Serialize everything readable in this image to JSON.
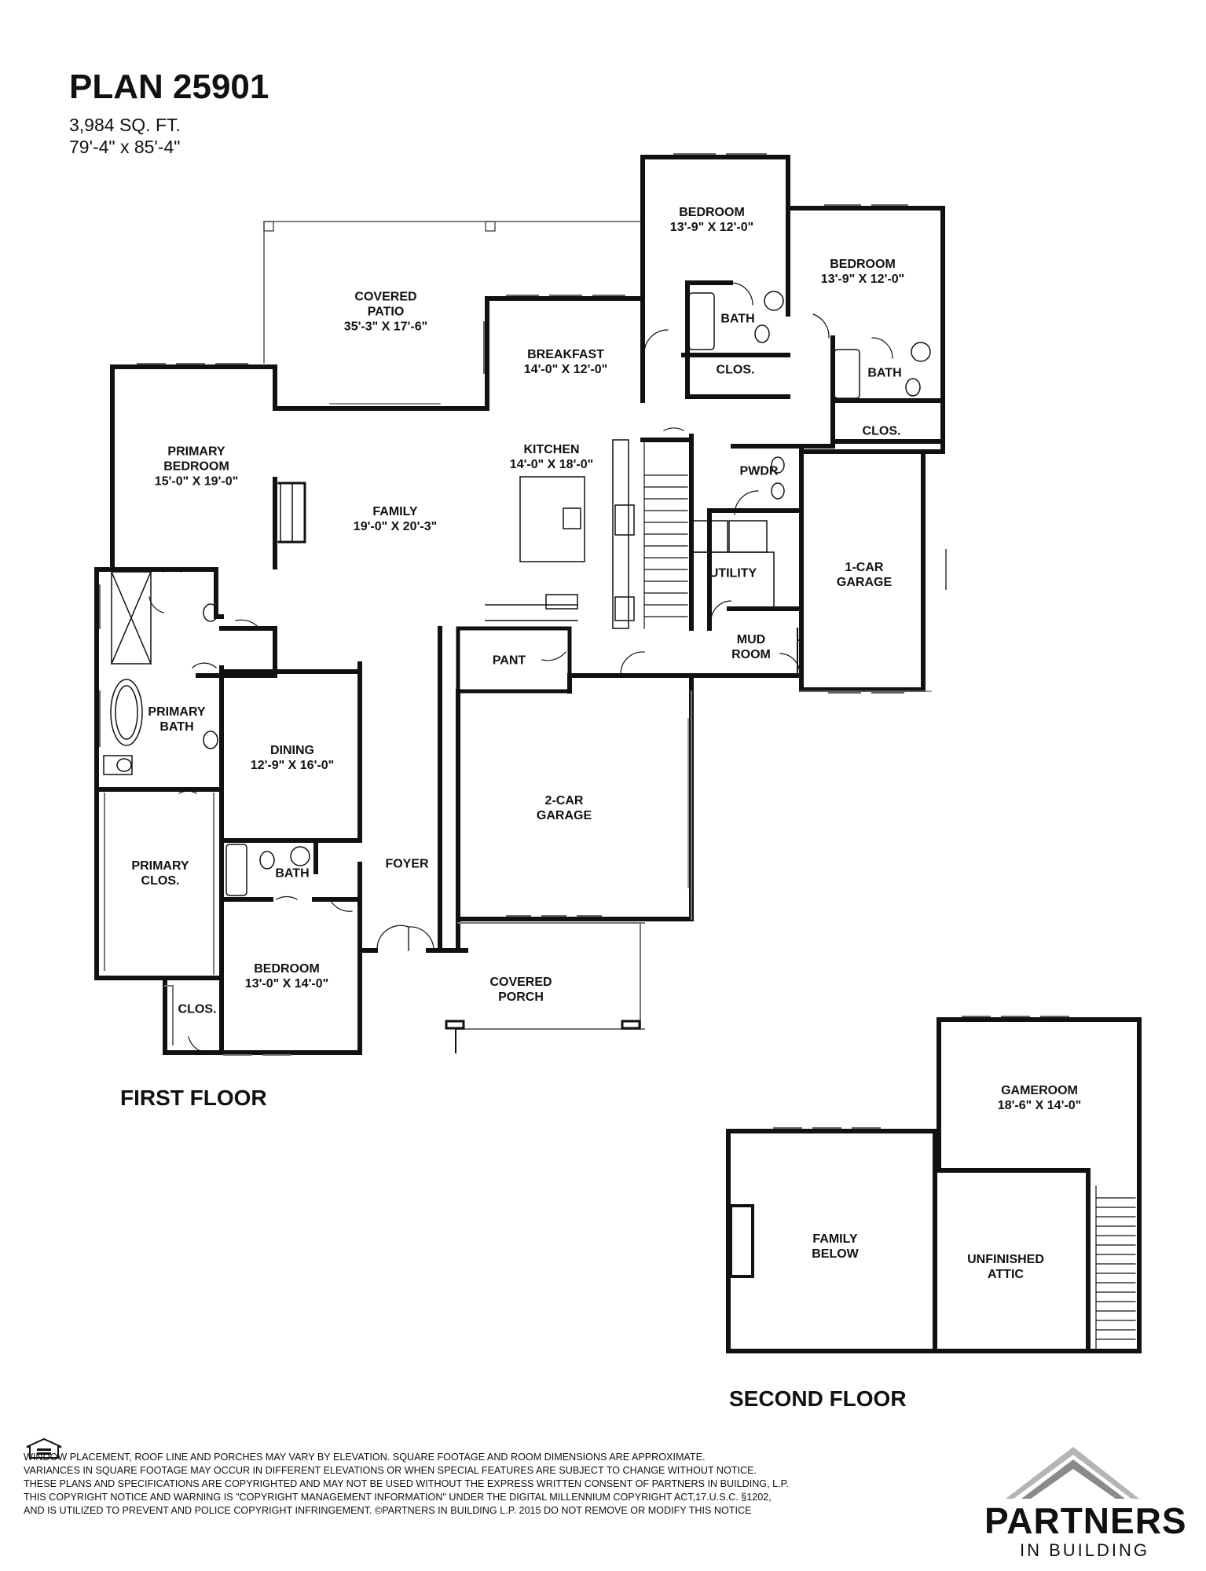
{
  "header": {
    "plan_title": "PLAN 25901",
    "square_feet": "3,984 SQ. FT.",
    "dimensions": "79'-4\" x 85'-4\""
  },
  "first_floor": {
    "label": "FIRST FLOOR",
    "rooms": {
      "covered_patio": {
        "name": "COVERED\nPATIO",
        "size": "35'-3\" X 17'-6\""
      },
      "breakfast": {
        "name": "BREAKFAST",
        "size": "14'-0\" X 12'-0\""
      },
      "bedroom_2": {
        "name": "BEDROOM",
        "size": "13'-9\" X 12'-0\""
      },
      "bedroom_3": {
        "name": "BEDROOM",
        "size": "13'-9\" X 12'-0\""
      },
      "bath_2": {
        "name": "BATH"
      },
      "clos_2": {
        "name": "CLOS."
      },
      "bath_3": {
        "name": "BATH"
      },
      "clos_3": {
        "name": "CLOS."
      },
      "primary_bedroom": {
        "name": "PRIMARY\nBEDROOM",
        "size": "15'-0\" X 19'-0\""
      },
      "family": {
        "name": "FAMILY",
        "size": "19'-0\" X 20'-3\""
      },
      "kitchen": {
        "name": "KITCHEN",
        "size": "14'-0\" X 18'-0\""
      },
      "pwdr": {
        "name": "PWDR"
      },
      "utility": {
        "name": "UTILITY"
      },
      "garage_1car": {
        "name": "1-CAR\nGARAGE"
      },
      "mud_room": {
        "name": "MUD\nROOM"
      },
      "pant": {
        "name": "PANT"
      },
      "primary_bath": {
        "name": "PRIMARY\nBATH"
      },
      "dining": {
        "name": "DINING",
        "size": "12'-9\" X 16'-0\""
      },
      "garage_2car": {
        "name": "2-CAR\nGARAGE"
      },
      "primary_clos": {
        "name": "PRIMARY\nCLOS."
      },
      "bath_4": {
        "name": "BATH"
      },
      "foyer": {
        "name": "FOYER"
      },
      "bedroom_4": {
        "name": "BEDROOM",
        "size": "13'-0\" X 14'-0\""
      },
      "clos_4": {
        "name": "CLOS."
      },
      "covered_porch": {
        "name": "COVERED\nPORCH"
      }
    }
  },
  "second_floor": {
    "label": "SECOND FLOOR",
    "rooms": {
      "gameroom": {
        "name": "GAMEROOM",
        "size": "18'-6\" X 14'-0\""
      },
      "family_below": {
        "name": "FAMILY\nBELOW"
      },
      "unfinished_attic": {
        "name": "UNFINISHED\nATTIC"
      }
    }
  },
  "disclaimer": [
    "WINDOW PLACEMENT, ROOF LINE AND PORCHES MAY VARY BY ELEVATION.  SQUARE FOOTAGE AND ROOM DIMENSIONS ARE APPROXIMATE.",
    "VARIANCES IN SQUARE FOOTAGE MAY OCCUR IN DIFFERENT ELEVATIONS OR  WHEN SPECIAL FEATURES ARE SUBJECT TO CHANGE WITHOUT NOTICE.",
    "THESE PLANS AND SPECIFICATIONS ARE COPYRIGHTED AND MAY NOT BE USED WITHOUT THE EXPRESS WRITTEN CONSENT OF PARTNERS IN BUILDING, L.P.",
    "THIS COPYRIGHT NOTICE AND WARNING IS \"COPYRIGHT MANAGEMENT INFORMATION\" UNDER THE DIGITAL MILLENNIUM COPYRIGHT ACT,17.U.S.C. §1202,",
    "AND IS UTILIZED TO PREVENT AND POLICE COPYRIGHT INFRINGEMENT. ©PARTNERS IN BUILDING L.P.  2015  DO NOT REMOVE OR MODIFY THIS NOTICE"
  ],
  "brand": {
    "name": "PARTNERS",
    "subtitle": "IN BUILDING",
    "eho_text": "EQUAL HOUSING OPPORTUNITY"
  }
}
